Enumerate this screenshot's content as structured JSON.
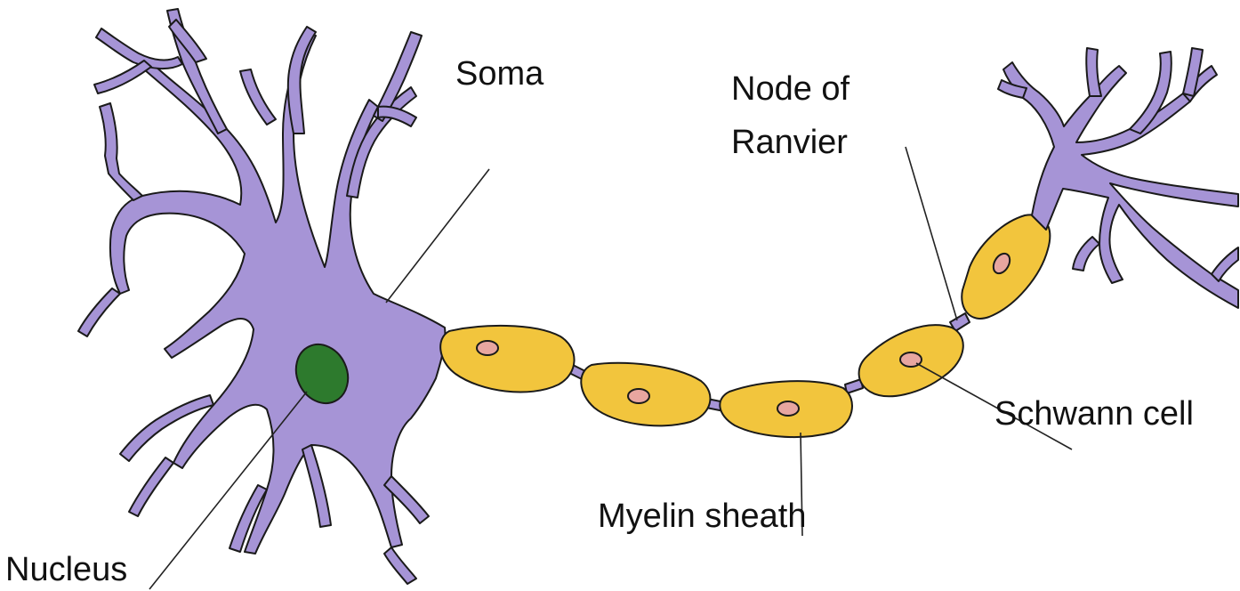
{
  "labels": {
    "soma": "Soma",
    "node_line1": "Node of",
    "node_line2": "Ranvier",
    "schwann": "Schwann cell",
    "myelin": "Myelin sheath",
    "nucleus": "Nucleus"
  },
  "colors": {
    "neuron_body": "#a694d6",
    "myelin": "#f2c53d",
    "schwann_nucleus": "#e8a6a0",
    "cell_nucleus": "#2d7a2d",
    "outline": "#1a1a1a"
  }
}
